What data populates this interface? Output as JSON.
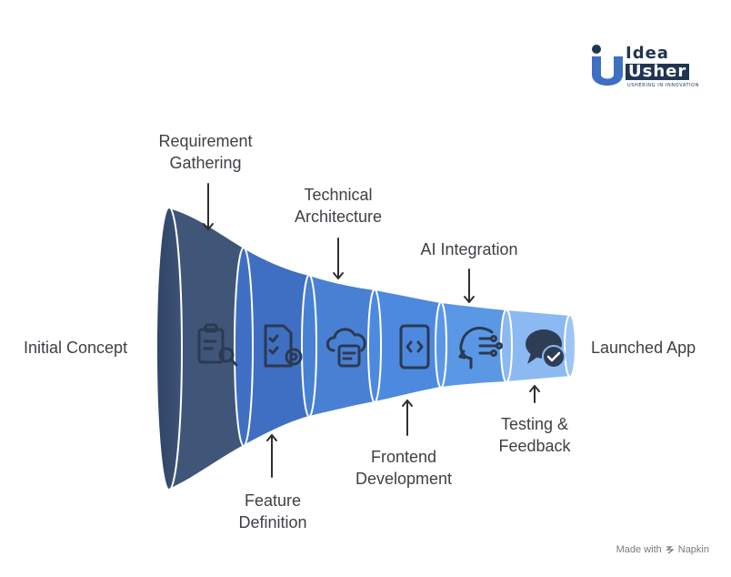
{
  "logo": {
    "line1": "Idea",
    "line2": "Usher",
    "tagline": "USHERING IN INNOVATION"
  },
  "left_label": "Initial Concept",
  "right_label": "Launched App",
  "stages": [
    {
      "label_lines": [
        "Requirement",
        "Gathering"
      ],
      "position": "top",
      "icon": "clipboard-search-icon",
      "color": "#40577a"
    },
    {
      "label_lines": [
        "Feature",
        "Definition"
      ],
      "position": "bottom",
      "icon": "document-gear-icon",
      "color": "#3f6fc2"
    },
    {
      "label_lines": [
        "Technical",
        "Architecture"
      ],
      "position": "top",
      "icon": "cloud-database-icon",
      "color": "#4a82d6"
    },
    {
      "label_lines": [
        "Frontend",
        "Development"
      ],
      "position": "bottom",
      "icon": "mobile-code-icon",
      "color": "#4f8be0"
    },
    {
      "label_lines": [
        "AI Integration"
      ],
      "position": "top",
      "icon": "ai-head-icon",
      "color": "#5d9be6"
    },
    {
      "label_lines": [
        "Testing &",
        "Feedback"
      ],
      "position": "bottom",
      "icon": "chat-check-icon",
      "color": "#8ab8f2"
    }
  ],
  "footer": {
    "made_with": "Made with",
    "brand": "Napkin"
  }
}
